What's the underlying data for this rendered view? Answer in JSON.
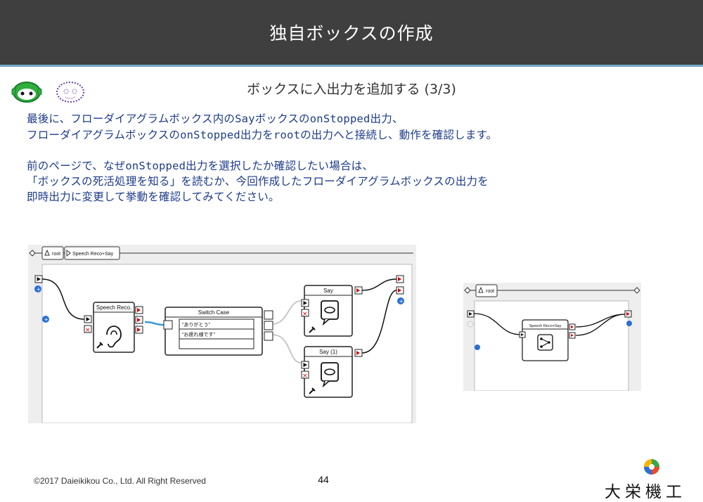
{
  "slide": {
    "title": "独自ボックスの作成",
    "subtitle": "ボックスに入出力を追加する (3/3)",
    "body_lines": [
      "最後に、フローダイアグラムボックス内のSayボックスのonStopped出力、",
      "フローダイアグラムボックスのonStopped出力をrootの出力へと接続し、動作を確認します。",
      "前のページで、なぜonStopped出力を選択したか確認したい場合は、",
      "「ボックスの死活処理を知る」を読むか、今回作成したフローダイアグラムボックスの出力を",
      "即時出力に変更して挙動を確認してみてください。"
    ]
  },
  "left_diagram": {
    "breadcrumb": [
      "root",
      "Speech Reco+Say"
    ],
    "nodes": {
      "speech_reco": "Speech Reco.",
      "switch_case": "Switch Case",
      "case_1": "\"ありがとう\"",
      "case_2": "\"お疲れ様です\"",
      "say": "Say",
      "say_1": "Say (1)"
    }
  },
  "right_diagram": {
    "breadcrumb": [
      "root"
    ],
    "nodes": {
      "speech_reco_say": "Speech Reco+Say"
    }
  },
  "footer": {
    "copyright": "©2017 Daieikikou Co., Ltd. All Right Reserved",
    "page_number": "44",
    "logo_text": "大栄機工"
  },
  "colors": {
    "title_bg": "#3f3f3f",
    "body_text": "#1d3b8a",
    "accent_line": "#6fa8c8",
    "wire_blue": "#3a9ad9"
  }
}
